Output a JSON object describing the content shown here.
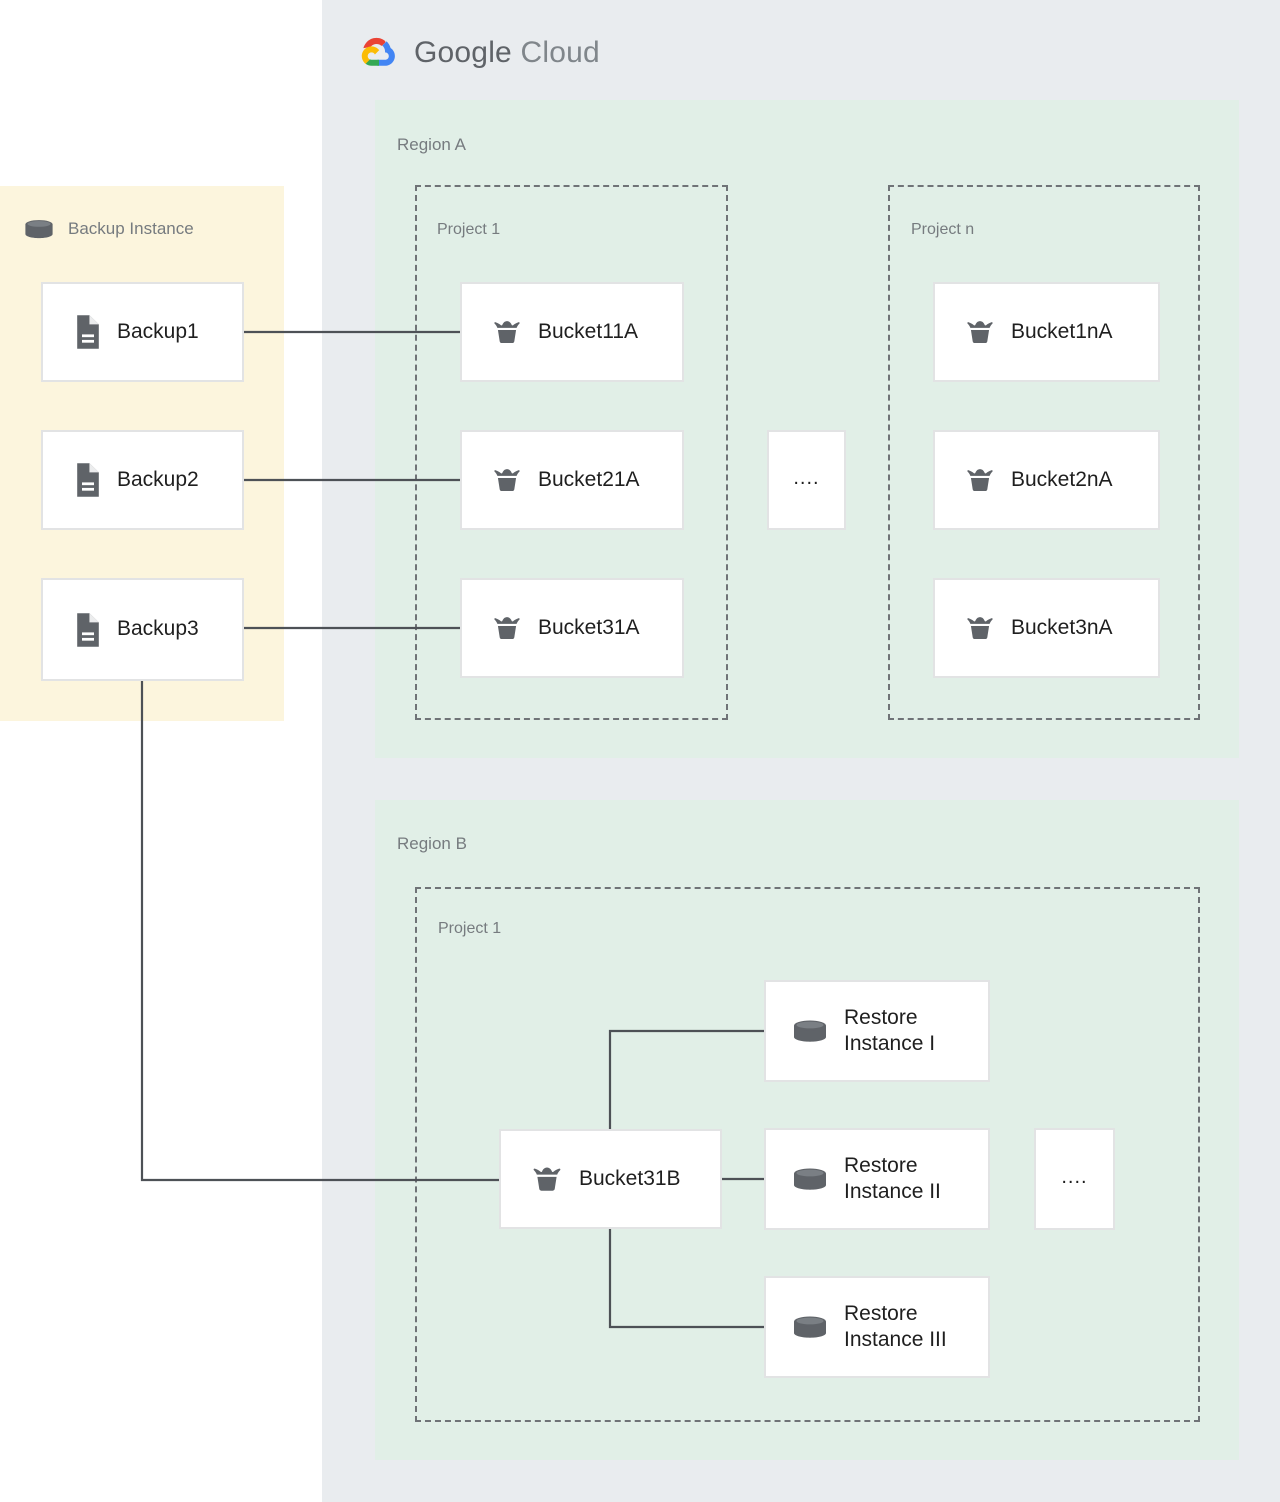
{
  "cloud": {
    "brand_word_1": "Google",
    "brand_word_2": "Cloud",
    "logo_icon": "google-cloud-logo-icon",
    "panel_color": "#e9ecef"
  },
  "backup_instance": {
    "title": "Backup Instance",
    "icon": "database-cylinder-icon",
    "panel_color": "#fcf5dd",
    "items": [
      {
        "label": "Backup1",
        "icon": "document-file-icon"
      },
      {
        "label": "Backup2",
        "icon": "document-file-icon"
      },
      {
        "label": "Backup3",
        "icon": "document-file-icon"
      }
    ]
  },
  "regions": [
    {
      "label": "Region A",
      "color": "#e1efe7",
      "projects": [
        {
          "label": "Project 1",
          "nodes": [
            {
              "label": "Bucket11A",
              "icon": "storage-bucket-icon"
            },
            {
              "label": "Bucket21A",
              "icon": "storage-bucket-icon"
            },
            {
              "label": "Bucket31A",
              "icon": "storage-bucket-icon"
            }
          ]
        },
        {
          "label": "Project n",
          "nodes": [
            {
              "label": "Bucket1nA",
              "icon": "storage-bucket-icon"
            },
            {
              "label": "Bucket2nA",
              "icon": "storage-bucket-icon"
            },
            {
              "label": "Bucket3nA",
              "icon": "storage-bucket-icon"
            }
          ]
        }
      ],
      "ellipsis": "...."
    },
    {
      "label": "Region B",
      "color": "#e1efe7",
      "projects": [
        {
          "label": "Project 1",
          "nodes": [
            {
              "label": "Bucket31B",
              "icon": "storage-bucket-icon"
            },
            {
              "label": "Restore\nInstance I",
              "icon": "database-cylinder-icon"
            },
            {
              "label": "Restore\nInstance II",
              "icon": "database-cylinder-icon"
            },
            {
              "label": "Restore\nInstance III",
              "icon": "database-cylinder-icon"
            }
          ]
        }
      ],
      "ellipsis": "...."
    }
  ],
  "connectors": {
    "line_color": "#4d5156",
    "edges": [
      "Backup1 -> Bucket11A",
      "Backup2 -> Bucket21A",
      "Backup3 -> Bucket31A",
      "Backup3 -> Bucket31B",
      "Bucket31B -> Restore Instance I",
      "Bucket31B -> Restore Instance II",
      "Bucket31B -> Restore Instance III"
    ]
  }
}
